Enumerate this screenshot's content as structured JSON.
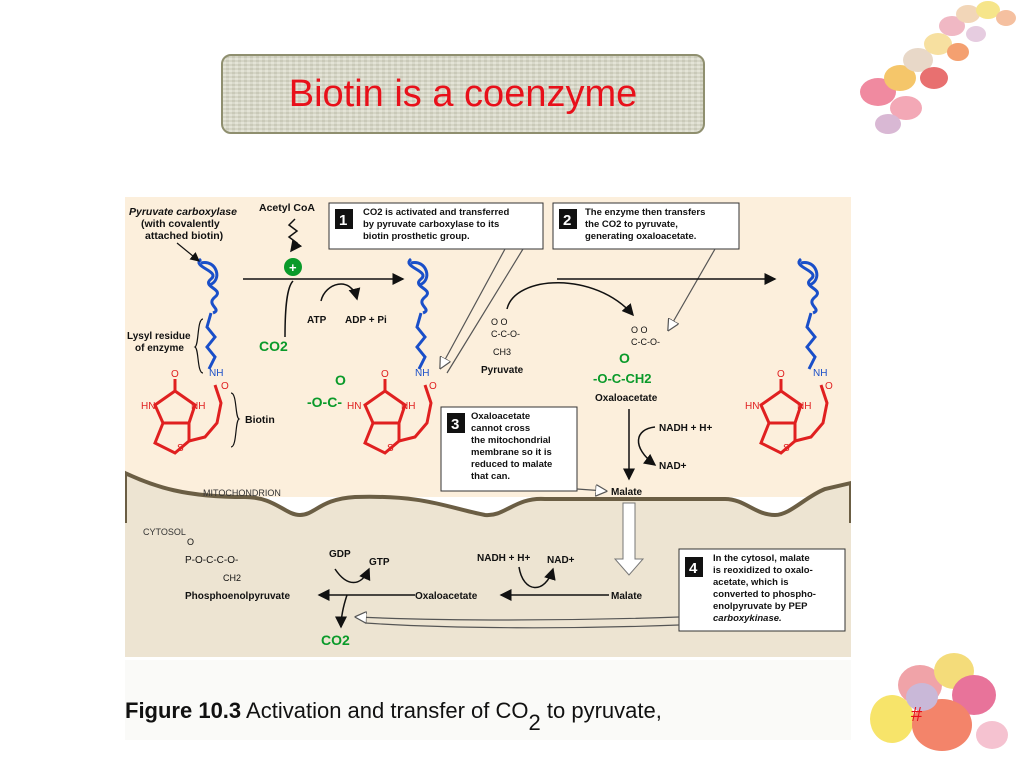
{
  "slide": {
    "title": "Biotin is a coenzyme",
    "slide_number": "#"
  },
  "caption": {
    "label": "Figure 10.3",
    "text": " Activation and transfer of CO",
    "subscript": "2",
    "text_after": " to pyruvate,"
  },
  "figure": {
    "labels": {
      "enzyme_line1": "Pyruvate carboxylase",
      "enzyme_line2": "(with covalently",
      "enzyme_line3": "attached biotin)",
      "acetyl_coa": "Acetyl CoA",
      "plus_sign": "+",
      "co2_input": "CO2",
      "atp": "ATP",
      "adp_pi": "ADP + Pi",
      "lysyl_line1": "Lysyl residue",
      "lysyl_line2": "of enzyme",
      "nh": "NH",
      "hn": "HN",
      "o": "O",
      "s": "S",
      "biotin": "Biotin",
      "carboxy_group": "-O-C-",
      "pyruvate": "Pyruvate",
      "pyruvate_formula": "C-C-O-",
      "ch3": "CH3",
      "oxaloacetate": "Oxaloacetate",
      "oaa_formula": "C-C-O-",
      "oaa_group": "-O-C-CH2",
      "nadh_h": "NADH + H+",
      "nad": "NAD+",
      "malate": "Malate",
      "mitochondrion": "MITOCHONDRION",
      "cytosol": "CYTOSOL",
      "pep_formula": "P-O-C-C-O-",
      "pep_ch2": "CH2",
      "pep": "Phosphoenolpyruvate",
      "gdp": "GDP",
      "gtp": "GTP",
      "co2_output": "CO2",
      "cyt_nadh": "NADH + H+",
      "cyt_nad": "NAD+",
      "cyt_oaa": "Oxaloacetate",
      "cyt_malate": "Malate"
    },
    "steps": [
      {
        "num": "1",
        "lines": [
          "CO2 is activated and transferred",
          "by pyruvate carboxylase to its",
          "biotin prosthetic group."
        ]
      },
      {
        "num": "2",
        "lines": [
          "The enzyme then transfers",
          "the CO2 to pyruvate,",
          "generating oxaloacetate."
        ]
      },
      {
        "num": "3",
        "lines": [
          "Oxaloacetate",
          "cannot  cross",
          "the mitochondrial",
          "membrane so it is",
          "reduced to malate",
          "that can."
        ]
      },
      {
        "num": "4",
        "lines": [
          "In the cytosol, malate",
          "is reoxidized to oxalo-",
          "acetate, which is",
          "converted to phospho-",
          "enolpyruvate by PEP",
          "carboxykinase."
        ]
      }
    ]
  },
  "colors": {
    "title_red": "#e8101a",
    "biotin_red": "#e02020",
    "enzyme_blue": "#1a4fc9",
    "carboxyl_green": "#0a9a2a",
    "mito_bg": "#fcefdc",
    "cytosol_bg": "#ede4d2"
  }
}
